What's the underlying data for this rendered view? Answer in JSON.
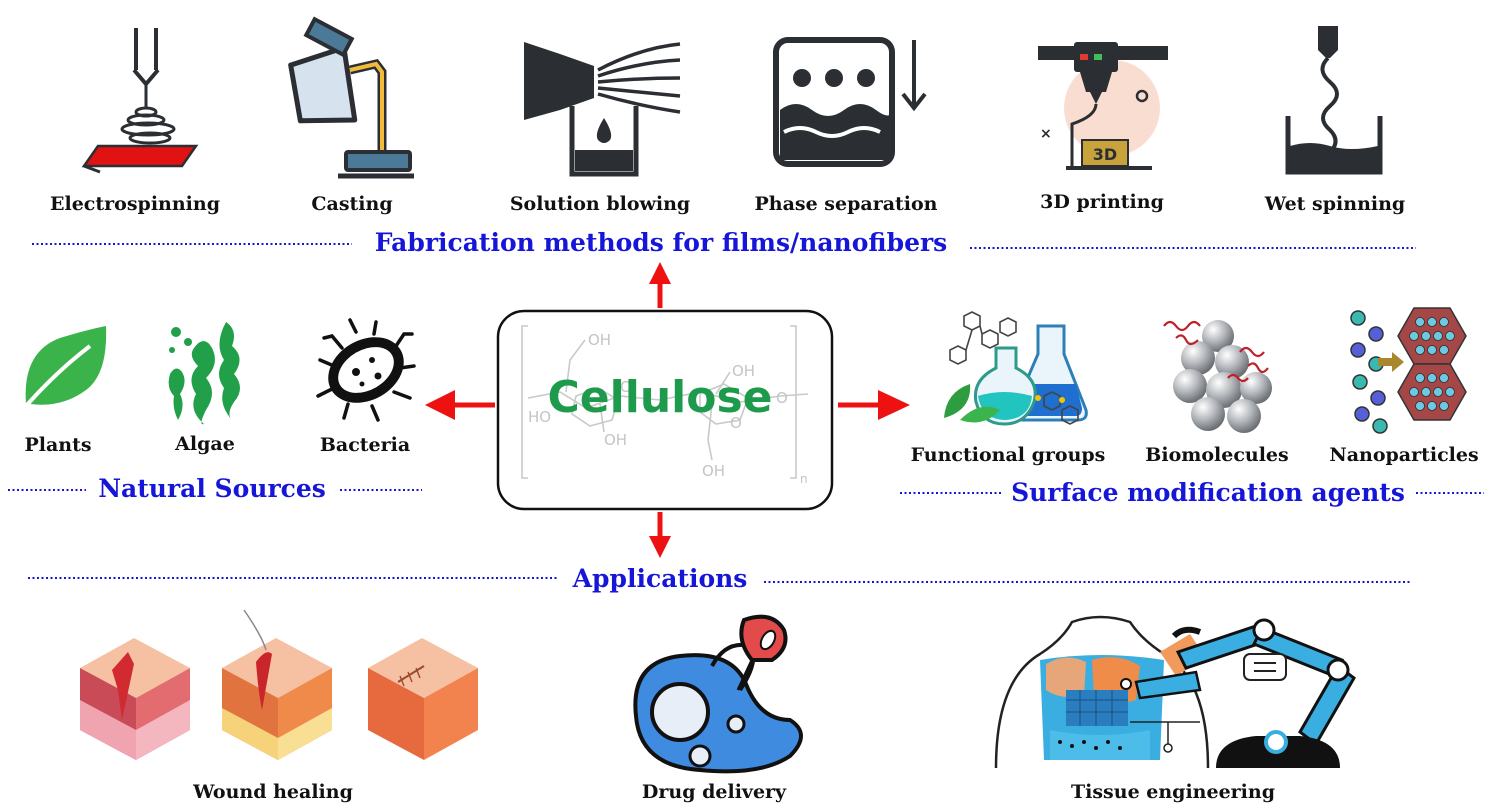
{
  "center": {
    "label": "Cellulose"
  },
  "fabrication": {
    "header": "Fabrication methods for films/nanofibers",
    "items": [
      {
        "label": "Electrospinning",
        "icon": "electrospinning-icon"
      },
      {
        "label": "Casting",
        "icon": "casting-icon"
      },
      {
        "label": "Solution blowing",
        "icon": "solution-blowing-icon"
      },
      {
        "label": "Phase separation",
        "icon": "phase-separation-icon"
      },
      {
        "label": "3D printing",
        "icon": "3d-printer-icon"
      },
      {
        "label": "Wet spinning",
        "icon": "wet-spinning-icon"
      }
    ]
  },
  "sources": {
    "header": "Natural Sources",
    "items": [
      {
        "label": "Plants",
        "icon": "leaf-icon"
      },
      {
        "label": "Algae",
        "icon": "algae-icon"
      },
      {
        "label": "Bacteria",
        "icon": "bacteria-icon"
      }
    ]
  },
  "modification": {
    "header": "Surface modification agents",
    "items": [
      {
        "label": "Functional groups",
        "icon": "flask-molecule-icon"
      },
      {
        "label": "Biomolecules",
        "icon": "biomolecule-spheres-icon"
      },
      {
        "label": "Nanoparticles",
        "icon": "nanoparticles-icon"
      }
    ]
  },
  "applications": {
    "header": "Applications",
    "items": [
      {
        "label": "Wound healing",
        "icon": "skin-wound-icon"
      },
      {
        "label": "Drug delivery",
        "icon": "drug-cell-icon"
      },
      {
        "label": "Tissue engineering",
        "icon": "robotic-arm-body-icon"
      }
    ]
  },
  "structure": {
    "atoms": [
      "OH",
      "OH",
      "HO",
      "OH",
      "OH",
      "O",
      "O",
      "O",
      "n"
    ]
  },
  "colors": {
    "header": "#1616d8",
    "arrow": "#ee1111",
    "center_text": "#1e9a4c",
    "icon_dark": "#2b2f33",
    "box_border": "#111111"
  }
}
